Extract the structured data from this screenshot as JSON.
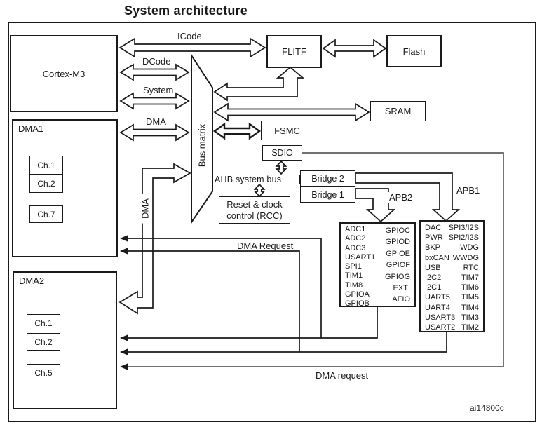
{
  "title": "System architecture",
  "figure_id": "ai14800c",
  "cortex": "Cortex-M3",
  "bus_matrix": "Bus matrix",
  "bus_labels": {
    "icode": "ICode",
    "dcode": "DCode",
    "system": "System",
    "dma1": "DMA",
    "dma2_vertical": "DMA",
    "ahb": "AHB system bus",
    "apb2": "APB2",
    "apb1": "APB1"
  },
  "requests": {
    "upper": "DMA Request",
    "lower": "DMA request"
  },
  "memories": {
    "flitf": "FLITF",
    "flash": "Flash",
    "sram": "SRAM",
    "fsmc": "FSMC",
    "sdio": "SDIO"
  },
  "bridges": {
    "b2": "Bridge 2",
    "b1": "Bridge 1"
  },
  "rcc": {
    "l1": "Reset & clock",
    "l2": "control (RCC)"
  },
  "dma1": {
    "label": "DMA1",
    "ch": [
      "Ch.1",
      "Ch.2",
      "Ch.7"
    ]
  },
  "dma2": {
    "label": "DMA2",
    "ch": [
      "Ch.1",
      "Ch.2",
      "Ch.5"
    ]
  },
  "apb2": {
    "left": [
      "ADC1",
      "ADC2",
      "ADC3",
      "USART1",
      "SPI1",
      "TIM1",
      "TIM8",
      "GPIOA",
      "GPIOB"
    ],
    "right": [
      "GPIOC",
      "GPIOD",
      "GPIOE",
      "GPIOF",
      "GPIOG",
      "EXTI",
      "AFIO"
    ]
  },
  "apb1": {
    "left": [
      "DAC",
      "PWR",
      "BKP",
      "bxCAN",
      "USB",
      "I2C2",
      "I2C1",
      "UART5",
      "UART4",
      "USART3",
      "USART2"
    ],
    "right": [
      "SPI3/I2S",
      "SPI2/I2S",
      "IWDG",
      "WWDG",
      "RTC",
      "TIM7",
      "TIM6",
      "TIM5",
      "TIM4",
      "TIM3",
      "TIM2"
    ]
  }
}
